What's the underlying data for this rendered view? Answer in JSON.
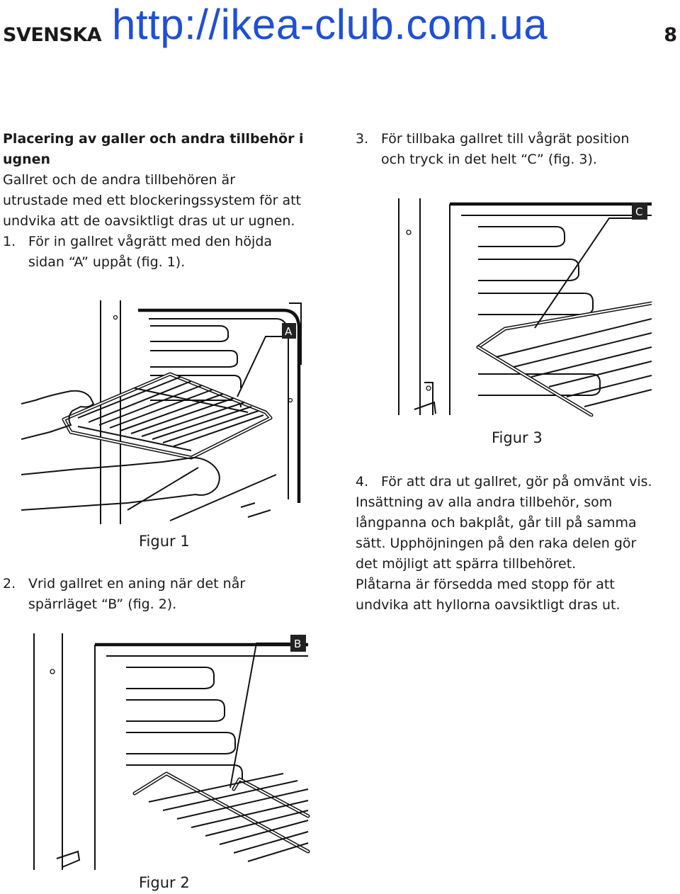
{
  "header": {
    "language": "SVENSKA",
    "url": "http://ikea-club.com.ua",
    "page_number": "8"
  },
  "left": {
    "heading": "Placering av galler och andra tillbehör i ugnen",
    "intro": [
      "Gallret och de andra tillbehören är",
      "utrustade med ett blockeringssystem för att",
      "undvika att de oavsiktligt dras ut ur ugnen."
    ],
    "step1": {
      "num": "1.",
      "lines": [
        "För in gallret vågrätt med den höjda",
        "sidan “A” uppåt (fig. 1)."
      ]
    },
    "step2": {
      "num": "2.",
      "lines": [
        "Vrid gallret en aning när det når",
        "spärrläget “B” (fig. 2)."
      ]
    }
  },
  "right": {
    "step3": {
      "num": "3.",
      "lines": [
        "För tillbaka gallret till vågrät position",
        "och tryck in det helt “C” (fig. 3)."
      ]
    },
    "step4": {
      "num": "4.",
      "text": "För att dra ut gallret, gör på omvänt vis."
    },
    "paragraph": [
      "Insättning av alla andra tillbehör, som",
      "långpanna och bakplåt, går till på samma",
      "sätt. Upphöjningen på den raka delen gör",
      "det möjligt att spärra tillbehöret.",
      "Plåtarna är försedda med stopp för att",
      "undvika att hyllorna oavsiktligt dras ut."
    ]
  },
  "figures": {
    "fig1": {
      "caption": "Figur 1",
      "callout": "A"
    },
    "fig2": {
      "caption": "Figur 2",
      "callout": "B"
    },
    "fig3": {
      "caption": "Figur 3",
      "callout": "C"
    }
  }
}
